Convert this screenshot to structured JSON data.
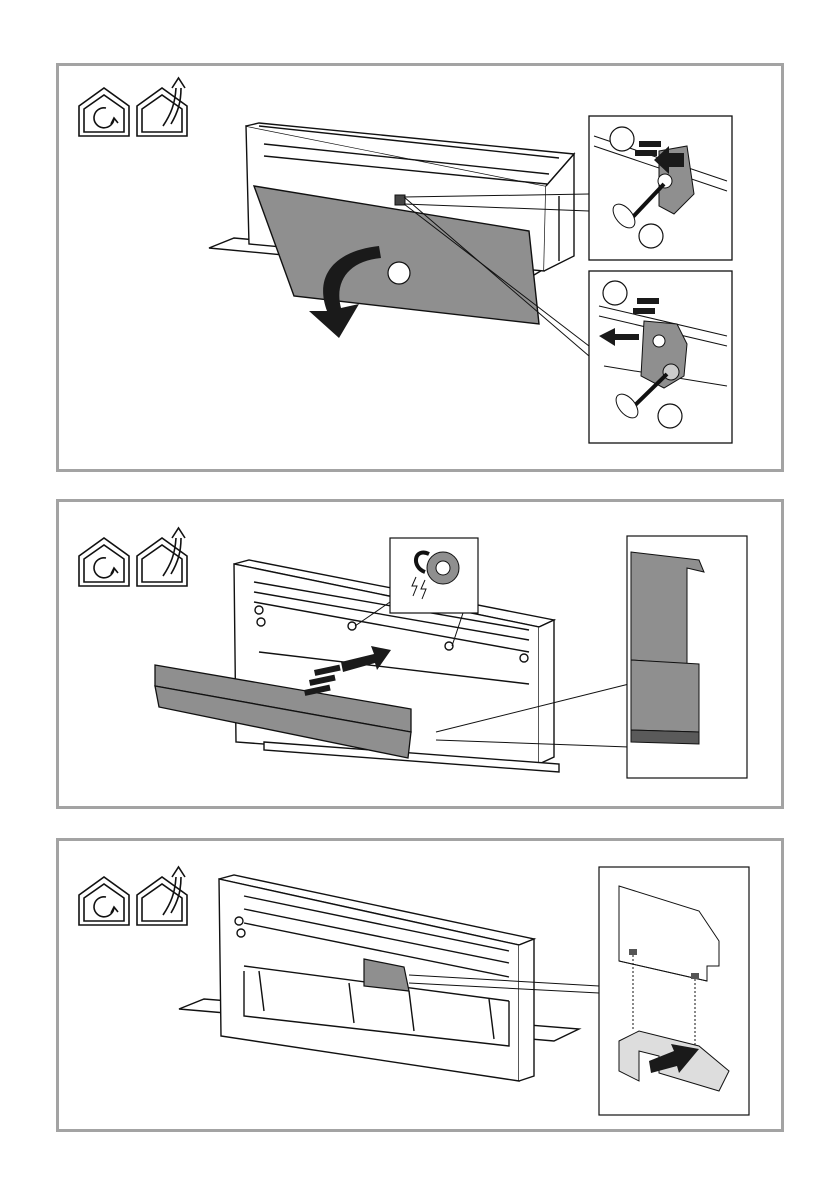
{
  "figure": {
    "panels": [
      {
        "step": "remove-front-filter-panel",
        "icons": [
          "recirculation-mode-icon",
          "extraction-mode-icon"
        ],
        "callouts": [
          "",
          "",
          "",
          "",
          "",
          ""
        ],
        "details": [
          "unscrew-knob-detail",
          "unscrew-knob-detail"
        ]
      },
      {
        "step": "attach-magnetic-front-panel",
        "icons": [
          "recirculation-mode-icon",
          "extraction-mode-icon"
        ],
        "details": [
          "magnet-detail",
          "edge-profile-detail"
        ]
      },
      {
        "step": "fit-bracket",
        "icons": [
          "recirculation-mode-icon",
          "extraction-mode-icon"
        ],
        "details": [
          "bracket-slide-detail"
        ]
      }
    ],
    "colors": {
      "frame": "#a3a3a3",
      "panel_fill": "#8f8f8f",
      "line": "#111111",
      "arrow": "#1a1a1a"
    }
  }
}
